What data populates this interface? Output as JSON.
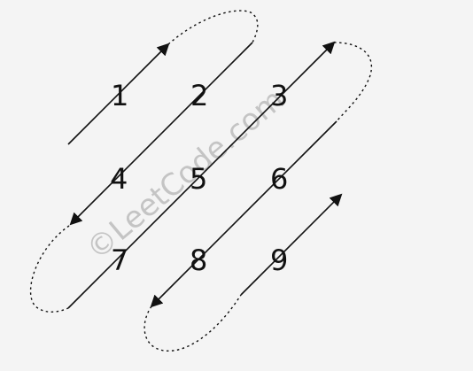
{
  "grid": {
    "rows": [
      [
        "1",
        "2",
        "3"
      ],
      [
        "4",
        "5",
        "6"
      ],
      [
        "7",
        "8",
        "9"
      ]
    ]
  },
  "watermark": "©LeetCode.com",
  "colors": {
    "background": "#f4f4f4",
    "ink": "#111111",
    "watermark": "#bcbcbc"
  }
}
